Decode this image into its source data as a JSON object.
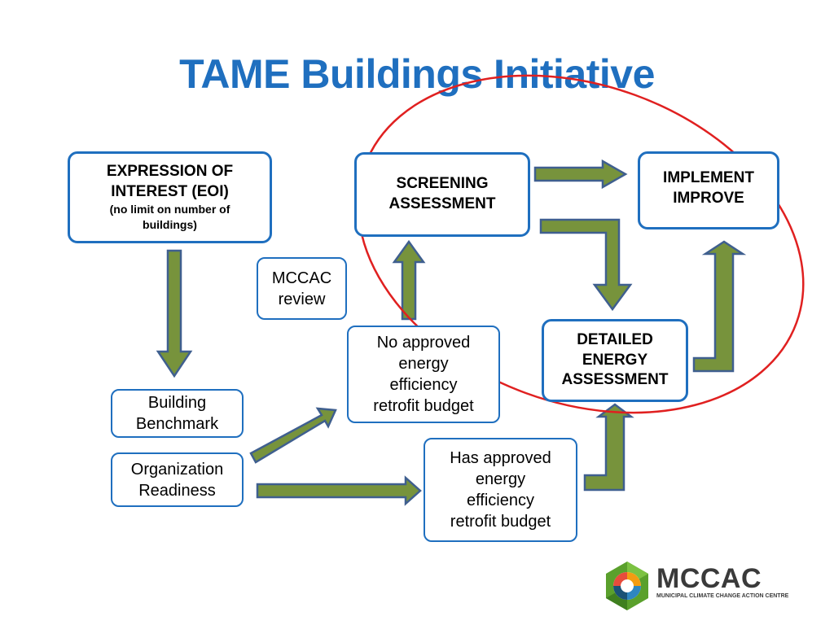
{
  "title": "TAME Buildings Initiative",
  "boxes": {
    "eoi": {
      "line1": "EXPRESSION OF",
      "line2": "INTEREST (EOI)",
      "note1": "(no limit on number of",
      "note2": "buildings)"
    },
    "screening": {
      "line1": "SCREENING",
      "line2": "ASSESSMENT"
    },
    "implement": {
      "line1": "IMPLEMENT",
      "line2": "IMPROVE"
    },
    "mccac_review": {
      "line1": "MCCAC",
      "line2": "review"
    },
    "no_budget": {
      "line1": "No approved",
      "line2": "energy",
      "line3": "efficiency",
      "line4": "retrofit budget"
    },
    "detailed": {
      "line1": "DETAILED",
      "line2": "ENERGY",
      "line3": "ASSESSMENT"
    },
    "benchmark": {
      "line1": "Building",
      "line2": "Benchmark"
    },
    "readiness": {
      "line1": "Organization",
      "line2": "Readiness"
    },
    "has_budget": {
      "line1": "Has approved",
      "line2": "energy",
      "line3": "efficiency",
      "line4": "retrofit budget"
    }
  },
  "logo": {
    "name": "MCCAC",
    "subtitle": "MUNICIPAL CLIMATE CHANGE ACTION CENTRE"
  },
  "colors": {
    "title": "#1f6fbf",
    "box_border": "#1f6fbf",
    "arrow_fill": "#77933c",
    "arrow_stroke": "#3f5f8f",
    "highlight_ellipse": "#e02020"
  }
}
